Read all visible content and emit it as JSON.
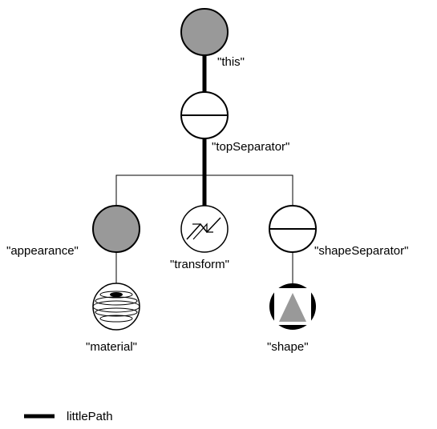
{
  "nodes": {
    "this": {
      "label": "\"this\"",
      "kind": "group"
    },
    "top_separator": {
      "label": "\"topSeparator\"",
      "kind": "separator"
    },
    "appearance": {
      "label": "\"appearance\"",
      "kind": "group"
    },
    "transform": {
      "label": "\"transform\"",
      "kind": "transform"
    },
    "shape_separator": {
      "label": "\"shapeSeparator\"",
      "kind": "separator"
    },
    "material": {
      "label": "\"material\"",
      "kind": "material"
    },
    "shape": {
      "label": "\"shape\"",
      "kind": "shape"
    }
  },
  "edges": [
    {
      "from": "this",
      "to": "top_separator",
      "in_path": true
    },
    {
      "from": "top_separator",
      "to": "appearance",
      "in_path": false
    },
    {
      "from": "top_separator",
      "to": "transform",
      "in_path": true
    },
    {
      "from": "top_separator",
      "to": "shape_separator",
      "in_path": false
    },
    {
      "from": "appearance",
      "to": "material",
      "in_path": false
    },
    {
      "from": "shape_separator",
      "to": "shape",
      "in_path": false
    }
  ],
  "legend": {
    "label": "littlePath"
  },
  "colors": {
    "group_fill": "#999999",
    "stroke": "#000000",
    "background": "#ffffff"
  }
}
